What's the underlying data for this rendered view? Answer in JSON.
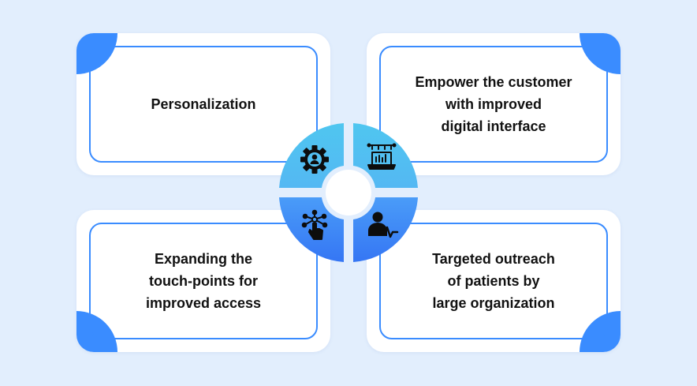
{
  "cards": [
    {
      "label": "Personalization",
      "icon": "gear-user-icon"
    },
    {
      "label": "Empower the customer\nwith improved\ndigital interface",
      "icon": "laptop-interface-icon"
    },
    {
      "label": "Expanding the\ntouch-points for\nimproved access",
      "icon": "touch-network-icon"
    },
    {
      "label": "Targeted outreach\nof patients by\nlarge organization",
      "icon": "patient-pulse-icon"
    }
  ],
  "colors": {
    "background": "#e2eefd",
    "accent": "#3a8cff",
    "hub_light": "#52c4f0",
    "hub_dark": "#3a7ef5"
  }
}
